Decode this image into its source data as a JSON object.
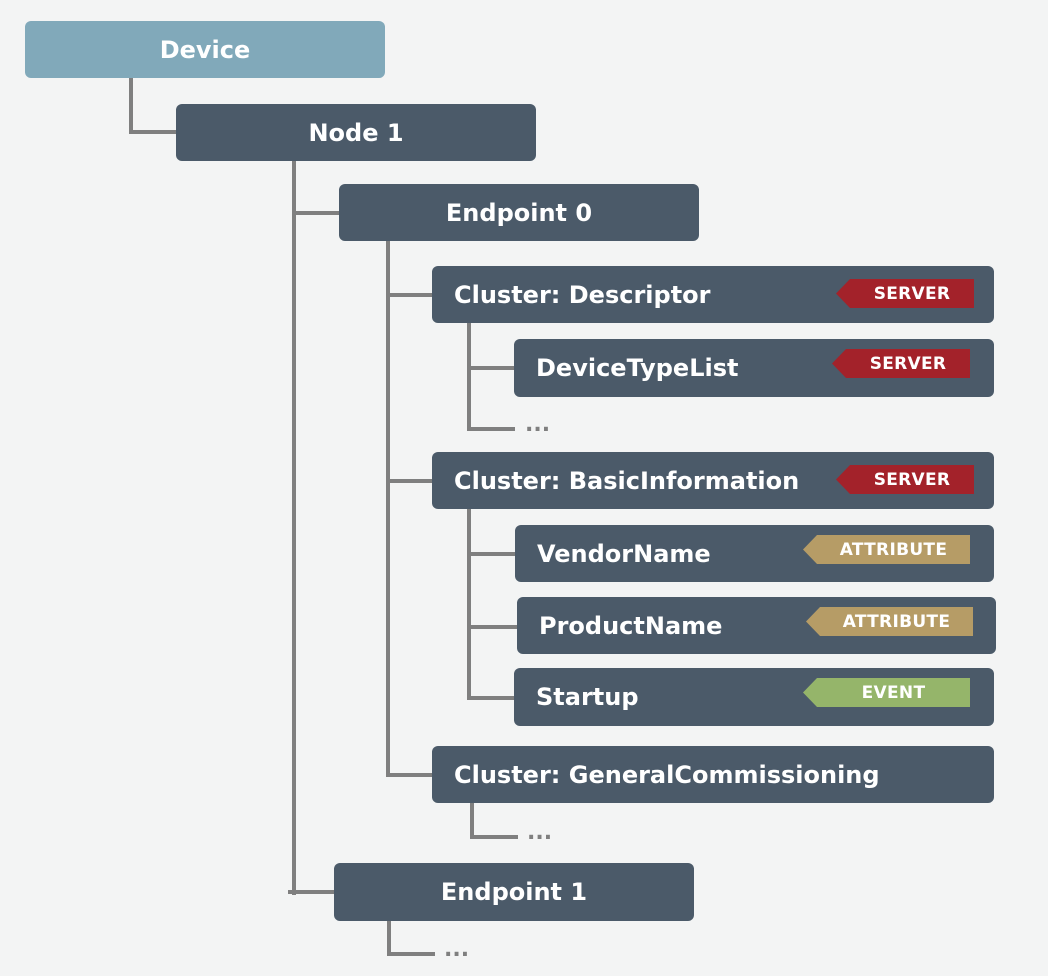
{
  "colors": {
    "background": "#f3f4f4",
    "root_box": "#81a9ba",
    "node_box": "#4b5a69",
    "connector": "#7f7f7f",
    "server_badge": "#a3222a",
    "attribute_badge": "#b69c66",
    "event_badge": "#95b56a"
  },
  "tree": {
    "device": "Device",
    "node": "Node 1",
    "endpoint0": "Endpoint 0",
    "descriptor": {
      "label": "Cluster: Descriptor",
      "badge": "SERVER",
      "children": {
        "device_type_list": {
          "label": "DeviceTypeList",
          "badge": "SERVER"
        },
        "more": "..."
      }
    },
    "basic_information": {
      "label": "Cluster: BasicInformation",
      "badge": "SERVER",
      "children": {
        "vendor_name": {
          "label": "VendorName",
          "badge": "ATTRIBUTE"
        },
        "product_name": {
          "label": "ProductName",
          "badge": "ATTRIBUTE"
        },
        "startup": {
          "label": "Startup",
          "badge": "EVENT"
        }
      }
    },
    "general_commissioning": {
      "label": "Cluster: GeneralCommissioning",
      "more": "..."
    },
    "endpoint1": {
      "label": "Endpoint 1",
      "more": "..."
    }
  }
}
